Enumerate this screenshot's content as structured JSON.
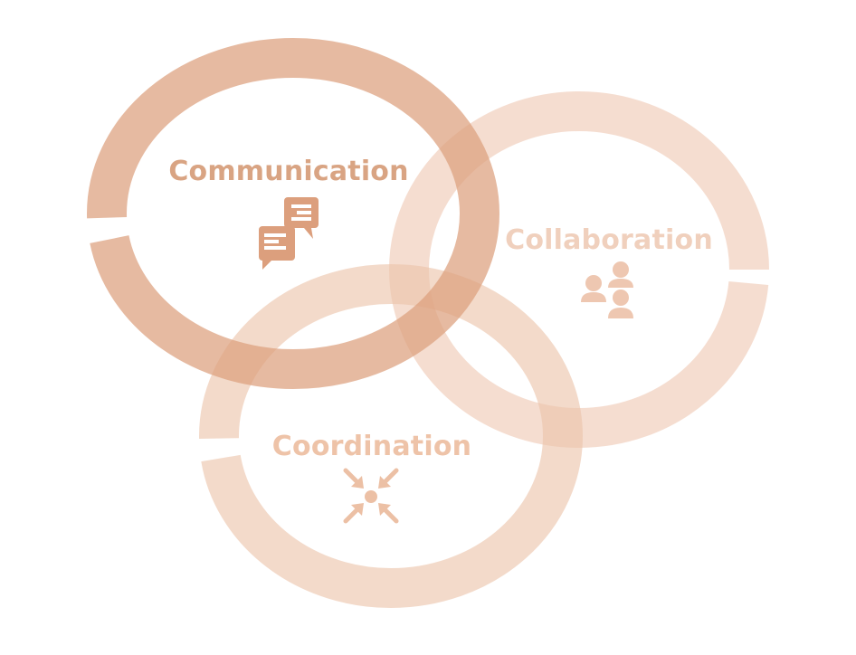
{
  "diagram": {
    "circles": [
      {
        "id": "communication",
        "label": "Communication",
        "icon": "chat-bubbles-icon",
        "color": "#dc9f7d",
        "opacity": 0.85
      },
      {
        "id": "collaboration",
        "label": "Collaboration",
        "icon": "people-group-icon",
        "color": "#f0cbb6",
        "opacity": 0.65
      },
      {
        "id": "coordination",
        "label": "Coordination",
        "icon": "converging-arrows-icon",
        "color": "#ebc0a6",
        "opacity": 0.6
      }
    ]
  }
}
